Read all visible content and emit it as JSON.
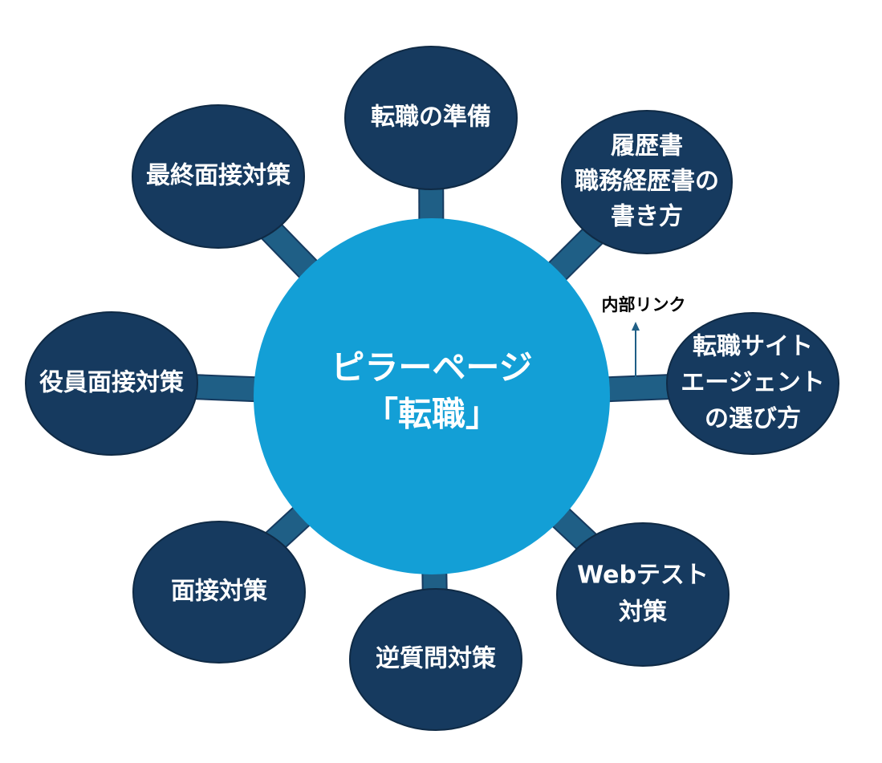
{
  "diagram": {
    "center": {
      "lines": [
        "ピラーページ",
        "「転職」"
      ]
    },
    "nodes": [
      {
        "id": "prep",
        "lines": [
          "転職の準備"
        ]
      },
      {
        "id": "resume",
        "lines": [
          "履歴書",
          "職務経歴書の",
          "書き方"
        ]
      },
      {
        "id": "sites",
        "lines": [
          "転職サイト",
          "エージェント",
          "の選び方"
        ]
      },
      {
        "id": "webtest",
        "lines": [
          "Webテスト",
          "対策"
        ]
      },
      {
        "id": "reverse-questions",
        "lines": [
          "逆質問対策"
        ]
      },
      {
        "id": "interview",
        "lines": [
          "面接対策"
        ]
      },
      {
        "id": "executive-interview",
        "lines": [
          "役員面接対策"
        ]
      },
      {
        "id": "final-interview",
        "lines": [
          "最終面接対策"
        ]
      }
    ],
    "annotation": {
      "label": "内部リンク"
    }
  },
  "colors": {
    "center_fill": "#139fd6",
    "node_fill": "#163a5f",
    "connector": "#1f5f86",
    "text": "#ffffff",
    "annotation_text": "#000000"
  }
}
